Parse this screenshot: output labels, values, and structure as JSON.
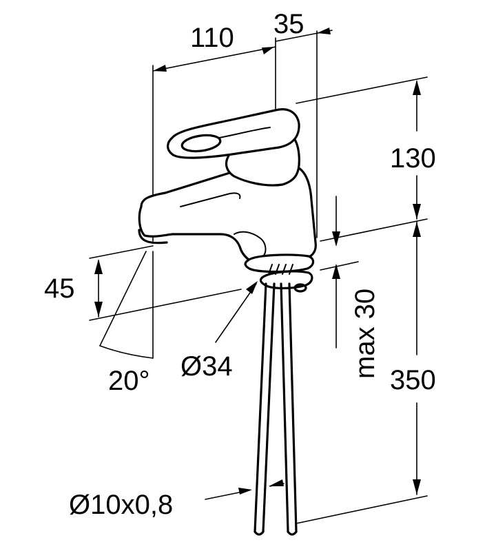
{
  "dimensions": {
    "spout_reach": "110",
    "handle_offset": "35",
    "height_upper": "130",
    "height_lower": "350",
    "spout_height": "45",
    "spout_angle": "20°",
    "base_diameter": "Ø34",
    "max_thickness": "max 30",
    "hose_spec": "Ø10x0,8"
  },
  "colors": {
    "line": "#000000",
    "background": "#ffffff"
  }
}
